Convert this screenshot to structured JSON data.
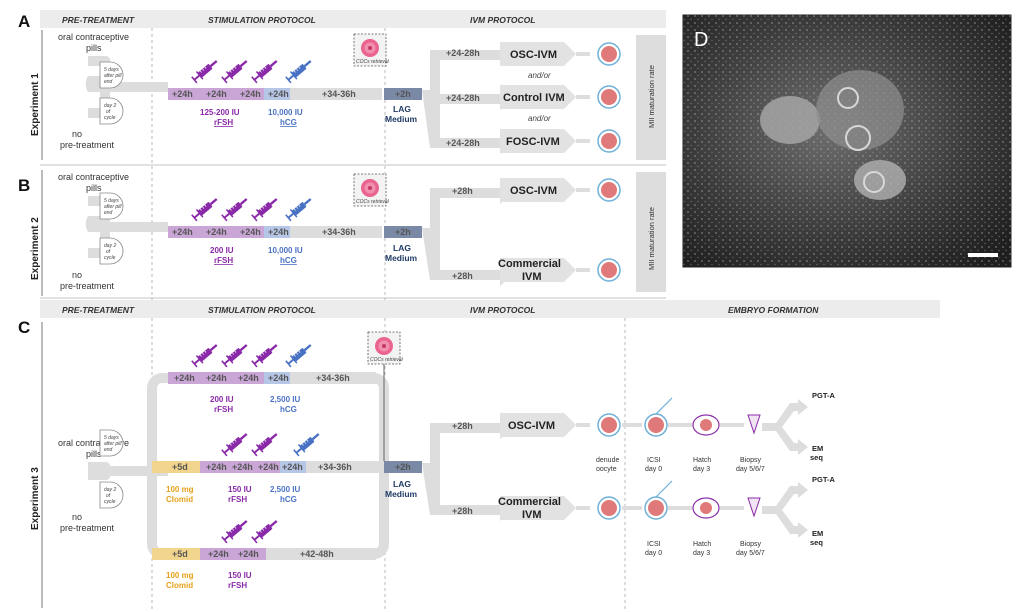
{
  "panels": {
    "A": "A",
    "B": "B",
    "C": "C",
    "D": "D"
  },
  "headers": {
    "pre_treatment": "PRE-TREATMENT",
    "stimulation_protocol": "STIMULATION PROTOCOL",
    "ivm_protocol": "IVM PROTOCOL",
    "embryo_formation": "EMBRYO FORMATION"
  },
  "experiments": {
    "e1": "Experiment 1",
    "e2": "Experiment 2",
    "e3": "Experiment 3"
  },
  "pretreatment": {
    "ocp_line1": "oral contraceptive",
    "ocp_line2": "pills",
    "days_after_1": "5 days",
    "days_after_2": "after pill",
    "days_after_3": "end",
    "day2_1": "day 2",
    "day2_2": "of",
    "day2_3": "cycle",
    "no_line1": "no",
    "no_line2": "pre-treatment"
  },
  "durations": {
    "d24": "+24h",
    "d3436": "+34-36h",
    "d2": "+2h",
    "d2428": "+24-28h",
    "d28": "+28h",
    "d5": "+5d",
    "d4248": "+42-48h"
  },
  "cocs": "COCs retrieval",
  "lag_medium": {
    "l1": "LAG",
    "l2": "Medium"
  },
  "doses": {
    "e1_rfsh": "125-200 IU",
    "rfsh": "rFSH",
    "e1_hcg": "10,000 IU",
    "hcg": "hCG",
    "e2_rfsh": "200 IU",
    "e2_hcg": "10,000 IU",
    "e3_r1_rfsh": "200 IU",
    "e3_r1_hcg": "2,500 IU",
    "e3_r2_clomid": "100 mg",
    "clomid": "Clomid",
    "e3_r2_rfsh": "150 IU",
    "e3_r2_hcg": "2,500 IU",
    "e3_r3_clomid": "100 mg",
    "e3_r3_rfsh": "150 IU"
  },
  "ivm": {
    "osc": "OSC-IVM",
    "control": "Control IVM",
    "fosc": "FOSC-IVM",
    "commercial1": "Commercial",
    "commercial2": "IVM",
    "andor": "and/or"
  },
  "mii": "MII maturation rate",
  "embryo": {
    "denude1": "denude",
    "denude2": "oocyte",
    "icsi1": "ICSI",
    "icsi2": "day 0",
    "hatch1": "Hatch",
    "hatch2": "day 3",
    "biopsy1": "Biopsy",
    "biopsy2": "day 5/6/7",
    "pgta": "PGT-A",
    "em1": "EM",
    "em2": "seq"
  },
  "colors": {
    "purple": "#8a2aa8",
    "blue": "#4a72c4",
    "yellow": "#e5a21a",
    "navy": "#1f3b66",
    "gray_arrow": "#cfcfcf",
    "oocyte": "#e07a7a"
  }
}
